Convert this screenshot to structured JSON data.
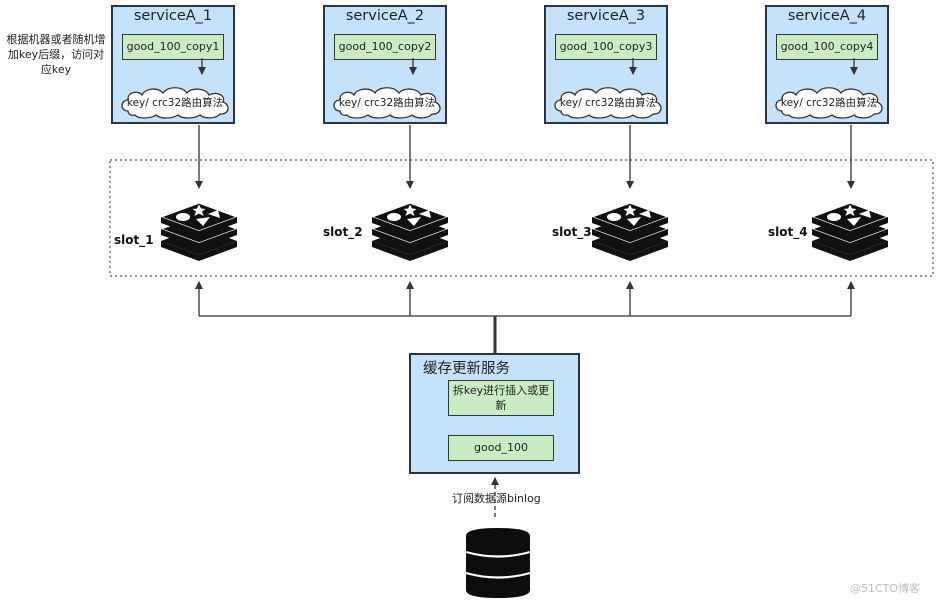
{
  "note": "根据机器或者随机增加key后缀，访问对应key",
  "services": [
    {
      "title": "serviceA_1",
      "copy": "good_100_copy1",
      "cloud": "key/ crc32路由算法"
    },
    {
      "title": "serviceA_2",
      "copy": "good_100_copy2",
      "cloud": "key/ crc32路由算法"
    },
    {
      "title": "serviceA_3",
      "copy": "good_100_copy3",
      "cloud": "key/ crc32路由算法"
    },
    {
      "title": "serviceA_4",
      "copy": "good_100_copy4",
      "cloud": "key/ crc32路由算法"
    }
  ],
  "slots": [
    "slot_1",
    "slot_2",
    "slot_3",
    "slot_4"
  ],
  "cache_service": {
    "title": "缓存更新服务",
    "split_step": "拆key进行插入或更新",
    "key": "good_100"
  },
  "binlog_label": "订阅数据源binlog",
  "watermark": "@51CTO博客",
  "icons": [
    "redis-icon",
    "database-icon",
    "cloud-icon"
  ],
  "colors": {
    "box_fill": "#c5e2fb",
    "inner_fill": "#c9ecc4",
    "stroke": "#2b3440"
  }
}
